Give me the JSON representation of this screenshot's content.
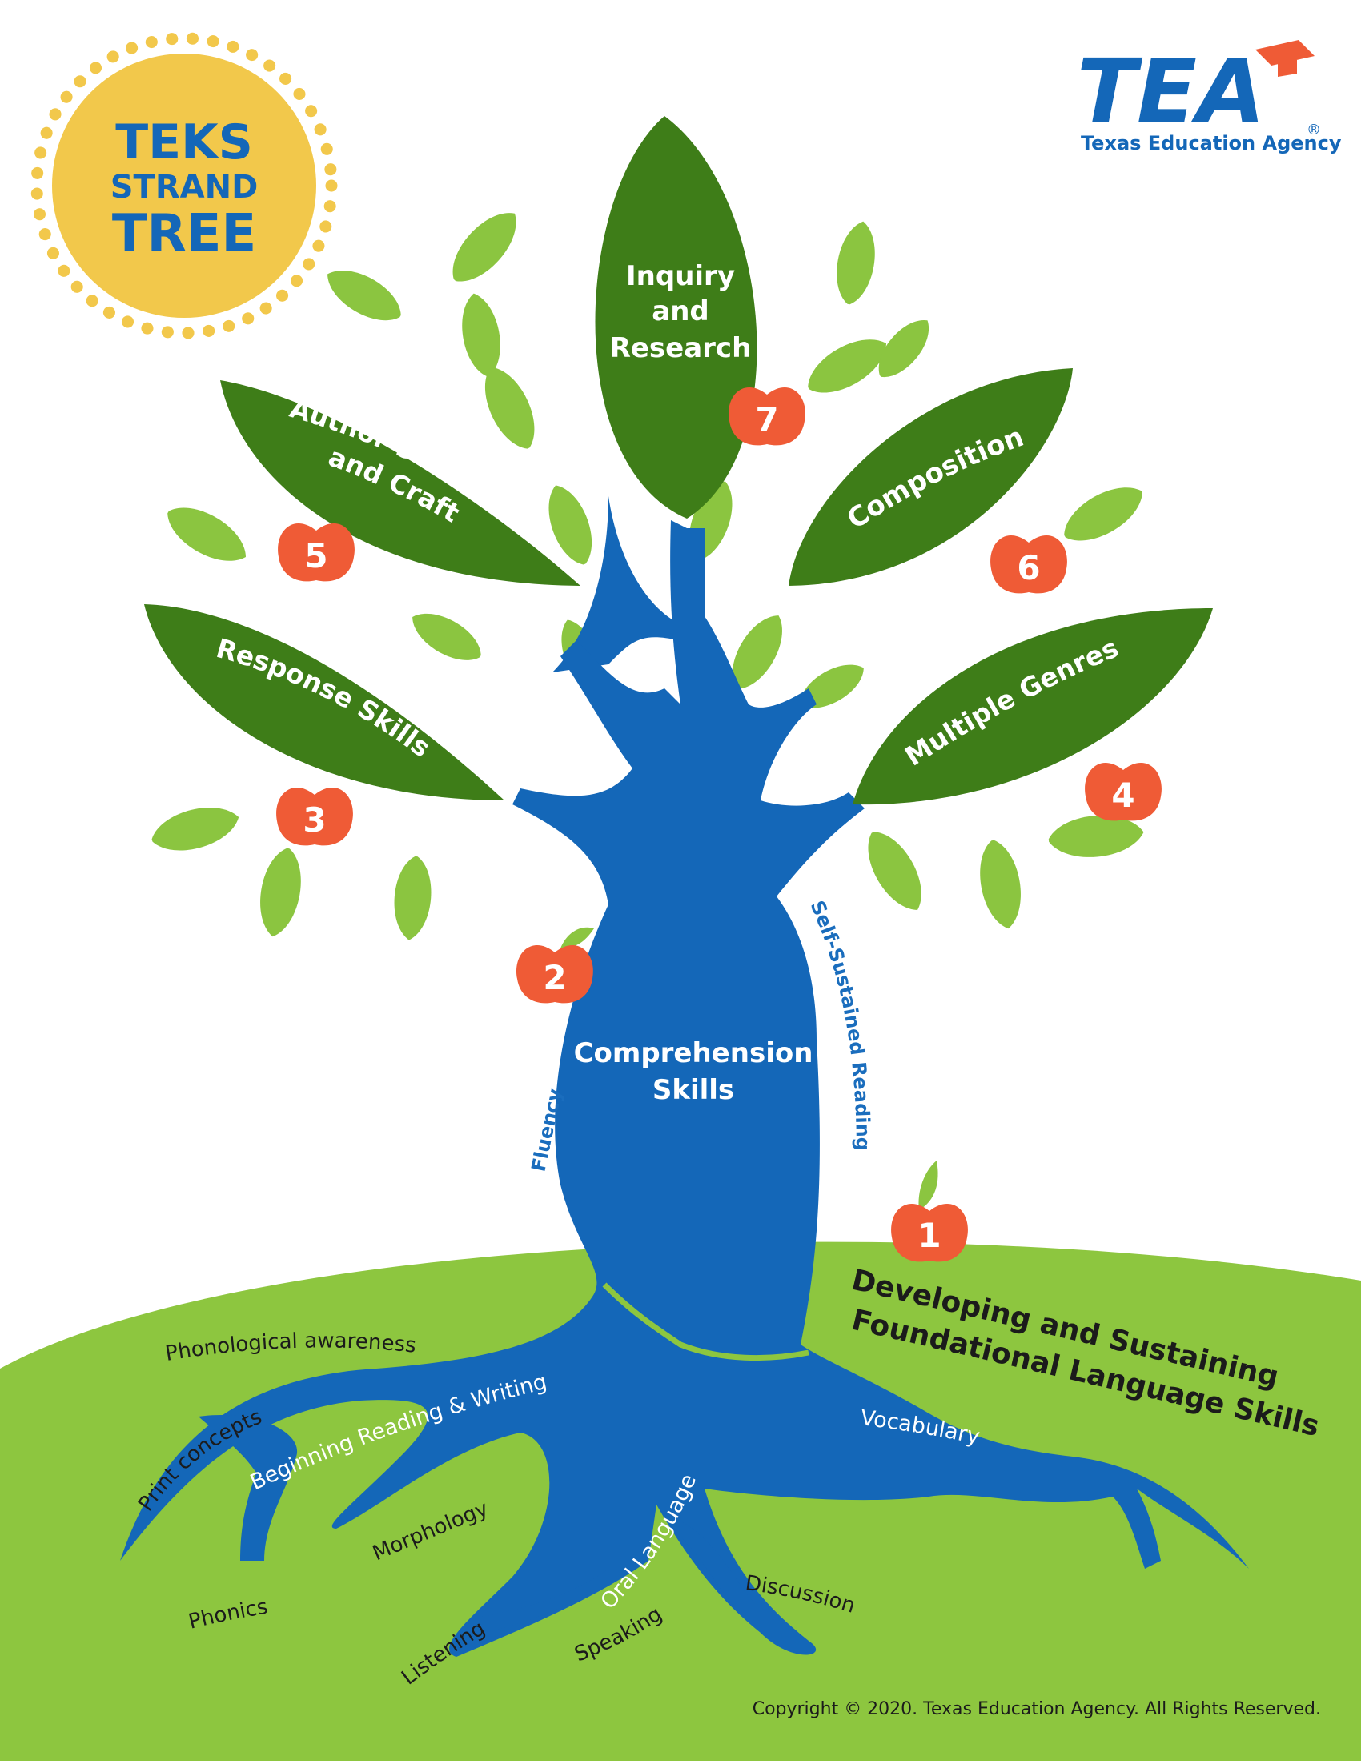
{
  "badge": {
    "line1": "TEKS",
    "line2": "STRAND",
    "line3": "TREE"
  },
  "logo": {
    "name": "TEA",
    "subtitle": "Texas Education Agency",
    "registered": "®"
  },
  "strands": {
    "s1": {
      "number": "1",
      "line1": "Developing and Sustaining",
      "line2": "Foundational Language Skills"
    },
    "s2": {
      "number": "2",
      "line1": "Comprehension",
      "line2": "Skills"
    },
    "s3": {
      "number": "3",
      "label": "Response Skills"
    },
    "s4": {
      "number": "4",
      "label": "Multiple Genres"
    },
    "s5": {
      "number": "5",
      "line1": "Author’s Purpose",
      "line2": "and Craft"
    },
    "s6": {
      "number": "6",
      "label": "Composition"
    },
    "s7": {
      "number": "7",
      "line1": "Inquiry",
      "line2": "and",
      "line3": "Research"
    }
  },
  "trunk_labels": {
    "fluency": "Fluency",
    "self_sustained": "Self-Sustained Reading"
  },
  "roots": {
    "beginning": "Beginning Reading & Writing",
    "phonological": "Phonological awareness",
    "print": "Print concepts",
    "phonics": "Phonics",
    "morphology": "Morphology",
    "oral": "Oral Language",
    "listening": "Listening",
    "speaking": "Speaking",
    "discussion": "Discussion",
    "vocabulary": "Vocabulary"
  },
  "copyright": "Copyright © 2020. Texas Education Agency. All Rights Reserved.",
  "colors": {
    "dark_leaf": "#3e7d18",
    "light_leaf": "#8bc540",
    "trunk": "#1467b8",
    "ground": "#8dc63f",
    "apple": "#ef5b36",
    "badge": "#f2c84b"
  }
}
